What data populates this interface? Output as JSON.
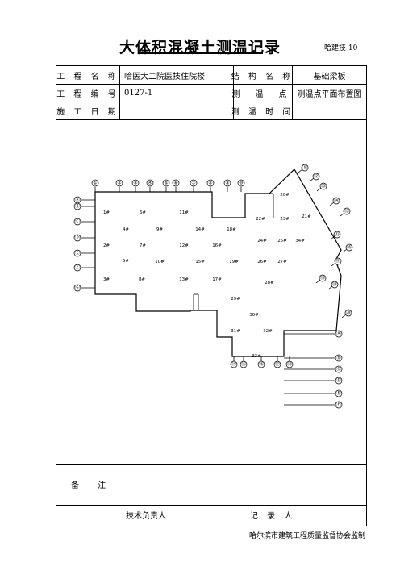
{
  "header": {
    "title": "大体积混凝土测温记录",
    "form_code": "哈建技 10"
  },
  "info_table": {
    "project_name_label": "工 程 名 称",
    "project_name_value": "哈医大二院医技住院楼",
    "structure_name_label": "结 构 名 称",
    "structure_name_value": "基础梁板",
    "project_number_label": "工 程 编 号",
    "project_number_value": "0127-1",
    "measure_point_label": "测 温 点",
    "measure_point_value": "测温点平面布置图",
    "construction_date_label": "施 工 日 期",
    "construction_date_value": "",
    "measure_time_label": "测 温 时 间",
    "measure_time_value": ""
  },
  "plan": {
    "points": [
      "1#",
      "2#",
      "3#",
      "4#",
      "5#",
      "6#",
      "7#",
      "8#",
      "9#",
      "10#",
      "11#",
      "12#",
      "13#",
      "14#",
      "15#",
      "16#",
      "17#",
      "18#",
      "19#",
      "20#",
      "21#",
      "22#",
      "23#",
      "24#",
      "25#",
      "26#",
      "27#",
      "28#",
      "29#",
      "30#",
      "31#",
      "32#",
      "33#",
      "34#"
    ],
    "top_axes": [
      "①",
      "②",
      "③",
      "④",
      "⑤",
      "⑥",
      "⑦",
      "⑧",
      "⑨",
      "⑩"
    ],
    "left_axes": [
      "Ⓐ",
      "Ⓑ",
      "Ⓒ",
      "Ⓓ",
      "Ⓔ",
      "Ⓕ",
      "Ⓖ"
    ],
    "diagonal_axes": [
      "⑪",
      "⑫",
      "⑬",
      "⑭",
      "⑮",
      "⑯",
      "⑰",
      "⑱",
      "⑲",
      "⑳",
      "㉑"
    ],
    "right_axes": [
      "Ⓐ",
      "Ⓑ",
      "Ⓒ",
      "Ⓓ",
      "Ⓔ",
      "Ⓕ"
    ],
    "bottom_axes": [
      "⑭",
      "⑮",
      "⑯",
      "⑰",
      "⑱"
    ]
  },
  "remarks": {
    "label": "备 注",
    "tech_leader_label": "技术负责人",
    "recorder_label": "记 录 人"
  },
  "footer": {
    "supervisor": "哈尔滨市建筑工程质量监督协会监制"
  }
}
